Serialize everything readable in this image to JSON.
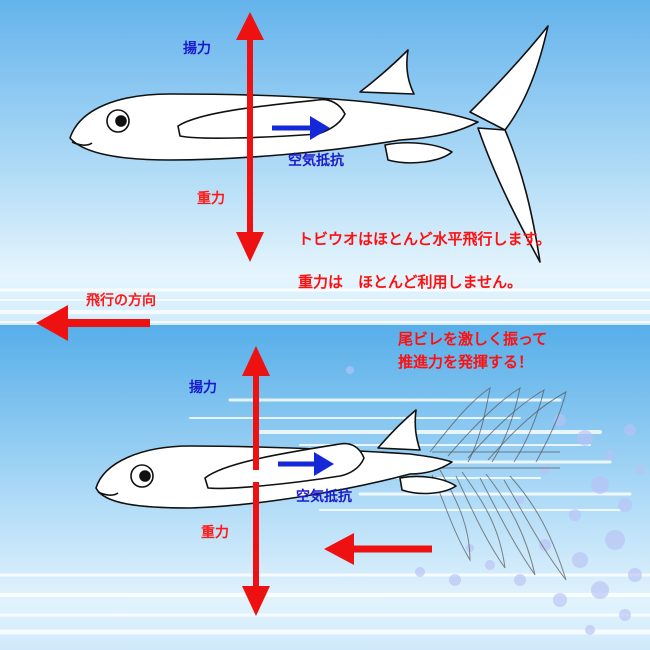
{
  "upper_panel": {
    "lift_label": "揚力",
    "gravity_label": "重力",
    "drag_label": "空気抵抗",
    "note_line1": "トビウオはほとんど水平飛行します。",
    "note_line2": "重力は　ほとんど利用しません。"
  },
  "middle": {
    "direction_label": "飛行の方向"
  },
  "lower_panel": {
    "note_line1": "尾ビレを激しく振って",
    "note_line2": "推進力を発揮する！",
    "lift_label": "揚力",
    "drag_label": "空気抵抗",
    "gravity_label": "重力"
  },
  "colors": {
    "force_red": "#ee1111",
    "drag_blue": "#1428d8",
    "sky_top": "#6fb9ee",
    "sky_light": "#eaf6fd"
  }
}
